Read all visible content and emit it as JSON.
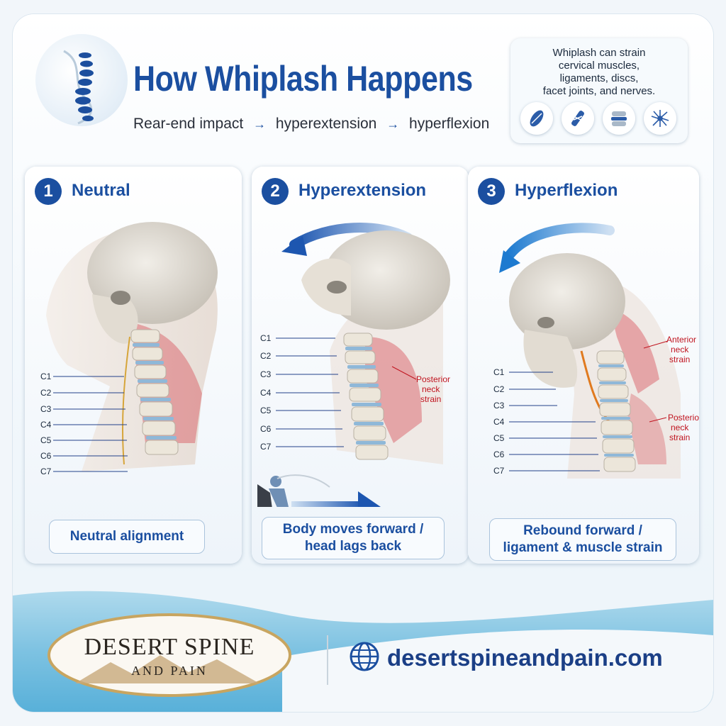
{
  "header": {
    "title": "How Whiplash Happens",
    "subtitle_parts": [
      "Rear-end impact",
      "hyperextension",
      "hyperflexion"
    ],
    "arrow_glyph": "→"
  },
  "info_box": {
    "lines": [
      "Whiplash can strain",
      "cervical muscles,",
      "ligaments, discs,",
      "facet joints, and nerves."
    ],
    "icons": [
      "muscle-icon",
      "ligament-icon",
      "disc-icon",
      "nerve-icon"
    ]
  },
  "panels": [
    {
      "step": "1",
      "title": "Neutral",
      "caption": [
        "Neutral alignment"
      ]
    },
    {
      "step": "2",
      "title": "Hyperextension",
      "caption": [
        "Body moves forward /",
        "head lags back"
      ]
    },
    {
      "step": "3",
      "title": "Hyperflexion",
      "caption": [
        "Rebound forward /",
        "ligament & muscle strain"
      ]
    }
  ],
  "vertebrae": [
    "C1",
    "C2",
    "C3",
    "C4",
    "C5",
    "C6",
    "C7"
  ],
  "annotations": {
    "posterior_neck_strain": [
      "Posterior",
      "neck",
      "strain"
    ],
    "anterior_neck_strain": [
      "Anterior",
      "neck",
      "strain"
    ]
  },
  "footer": {
    "brand_name": "DESERT SPINE",
    "brand_sub": "AND PAIN",
    "website": "desertspineandpain.com"
  },
  "colors": {
    "brand_blue": "#1b4fa0",
    "strain_red": "#c0141f",
    "footer_teal": "#58b0d9"
  }
}
